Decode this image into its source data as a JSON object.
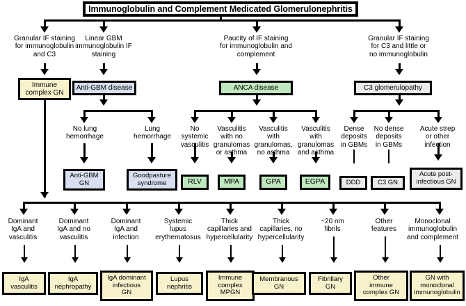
{
  "diagram": {
    "title": "Immunoglobulin and Complement Medicated Glomerulonephritis",
    "tier1_criteria": [
      {
        "text": "Granular IF staining\nfor immunoglobulin\nand C3"
      },
      {
        "text": "Linear GBM\nimmunoglobulin IF\nstaining"
      },
      {
        "text": "Paucity of IF staining\nfor immunoglobulin and\ncomplement"
      },
      {
        "text": "Granular IF staining\nfor  C3 and little or\nno immunoglobulin"
      }
    ],
    "tier2_categories": [
      {
        "text": "Immune\ncomplex GN",
        "color": "yellow"
      },
      {
        "text": "Anti-GBM disease",
        "color": "blue"
      },
      {
        "text": "ANCA disease",
        "color": "green"
      },
      {
        "text": "C3 glomerulopathy",
        "color": "grey"
      }
    ],
    "tier3_criteria": [
      {
        "text": "No lung\nhemorrhage"
      },
      {
        "text": "Lung\nhemorrhage"
      },
      {
        "text": "No\nsystemic\nvasculitis"
      },
      {
        "text": "Vasculitis\nwith no\ngranulomas\nor asthma"
      },
      {
        "text": "Vasculitis\nwith\ngranulomas,\nno asthma"
      },
      {
        "text": "Vasculitis\nwith\ngranulomas\nand asthma"
      },
      {
        "text": "Dense\ndeposits\nin GBMs"
      },
      {
        "text": "No dense\ndeposits\nin GBMs"
      },
      {
        "text": "Acute strep\nor other\ninfection"
      }
    ],
    "tier4_diagnoses": [
      {
        "text": "Anti-GBM\nGN",
        "color": "blue"
      },
      {
        "text": "Goodpasture\nsyndrome",
        "color": "blue"
      },
      {
        "text": "RLV",
        "color": "green"
      },
      {
        "text": "MPA",
        "color": "green"
      },
      {
        "text": "GPA",
        "color": "green"
      },
      {
        "text": "EGPA",
        "color": "green"
      },
      {
        "text": "DDD",
        "color": "grey"
      },
      {
        "text": "C3 GN",
        "color": "grey"
      },
      {
        "text": "Acute post-\ninfectious GN",
        "color": "grey"
      }
    ],
    "tier5_criteria": [
      {
        "text": "Dominant\nIgA and\nvasculitis"
      },
      {
        "text": "Dominant\nIgA and no\nvasculitis"
      },
      {
        "text": "Dominant\nIgA and\ninfection"
      },
      {
        "text": "Systemic\nlupus\nerythematosus"
      },
      {
        "text": "Thick\ncapillaries and\nhypercellularity"
      },
      {
        "text": "Thick\ncapillaries, no\nhypercellularity"
      },
      {
        "text": "~20 nm\nfibrils"
      },
      {
        "text": "Other\nfeatures"
      },
      {
        "text": "Monoclonal\nimmunoglobulin\nand complement"
      }
    ],
    "tier6_diagnoses": [
      {
        "text": "IgA\nvasculitis",
        "color": "yellow"
      },
      {
        "text": "IgA\nnephropathy",
        "color": "yellow"
      },
      {
        "text": "IgA dominant\ninfectious\nGN",
        "color": "yellow"
      },
      {
        "text": "Lupus\nnephritis",
        "color": "yellow"
      },
      {
        "text": "Immune\ncomplex\nMPGN",
        "color": "yellow"
      },
      {
        "text": "Membranous\nGN",
        "color": "yellow"
      },
      {
        "text": "Fibrillary\nGN",
        "color": "yellow"
      },
      {
        "text": "Other\nimmune\ncomplex GN",
        "color": "yellow"
      },
      {
        "text": "GN with\nmonoclonal\nimmunoglobulin",
        "color": "yellow"
      }
    ],
    "colors": {
      "yellow": "#f7f2cc",
      "blue": "#d7dff0",
      "green": "#bfe8bf",
      "grey": "#ebebeb",
      "stroke": "#000000",
      "background": "#ffffff"
    }
  }
}
